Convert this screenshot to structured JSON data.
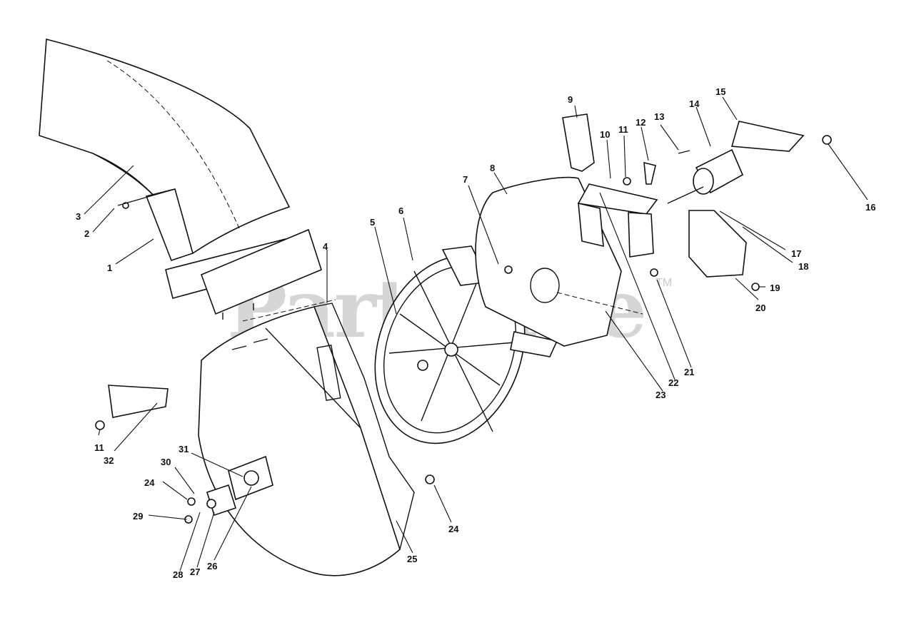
{
  "watermark": {
    "text": "PartsTree",
    "tm": "TM"
  },
  "callouts": [
    "1",
    "2",
    "3",
    "4",
    "5",
    "6",
    "7",
    "8",
    "9",
    "10",
    "11",
    "11",
    "12",
    "13",
    "14",
    "15",
    "16",
    "17",
    "18",
    "19",
    "20",
    "21",
    "22",
    "23",
    "24",
    "24",
    "25",
    "26",
    "27",
    "28",
    "29",
    "30",
    "31",
    "32"
  ],
  "parts": {
    "p1": "1",
    "p2": "2",
    "p3": "3",
    "p4": "4",
    "p5": "5",
    "p6": "6",
    "p7": "7",
    "p8": "8",
    "p9": "9",
    "p10": "10",
    "p11a": "11",
    "p11b": "11",
    "p12": "12",
    "p13": "13",
    "p14": "14",
    "p15": "15",
    "p16": "16",
    "p17": "17",
    "p18": "18",
    "p19": "19",
    "p20": "20",
    "p21": "21",
    "p22": "22",
    "p23": "23",
    "p24a": "24",
    "p24b": "24",
    "p25": "25",
    "p26": "26",
    "p27": "27",
    "p28": "28",
    "p29": "29",
    "p30": "30",
    "p31": "31",
    "p32": "32"
  },
  "colors": {
    "line": "#111111",
    "watermark": "#c9c9c9",
    "background": "#ffffff"
  }
}
